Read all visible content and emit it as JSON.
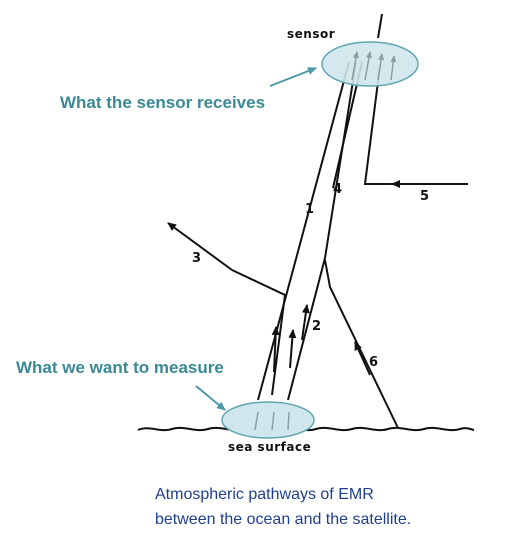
{
  "labels": {
    "sensor": "sensor",
    "sea_surface": "sea surface",
    "what_sensor_receives": "What the sensor receives",
    "what_we_want": "What we want to measure",
    "path_1": "1",
    "path_2": "2",
    "path_3": "3",
    "path_4": "4",
    "path_5": "5",
    "path_6": "6"
  },
  "caption": {
    "line1": "Atmospheric pathways of EMR",
    "line2": "between the ocean and the satellite."
  },
  "colors": {
    "callout_text": "#3a8a96",
    "callout_arrow": "#4a9aa6",
    "ellipse_fill": "#cfe7ec",
    "ellipse_stroke": "#5fa6b3",
    "line": "#111111",
    "caption_text": "#1f3f8f"
  }
}
